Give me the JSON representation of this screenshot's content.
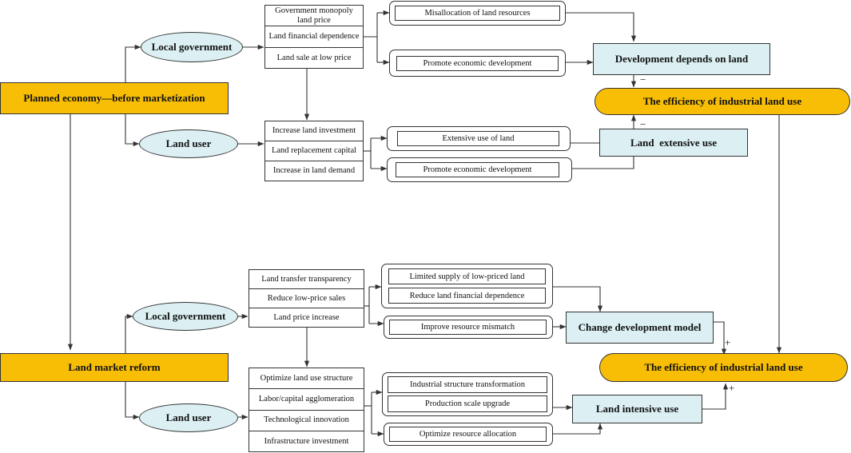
{
  "top": {
    "root": "Planned economy—before marketization",
    "local_gov": "Local government",
    "land_user": "Land user",
    "gov_factors": [
      "Government monopoly land price",
      "Land financial dependence",
      "Land sale at low price"
    ],
    "user_factors": [
      "Increase land investment",
      "Land replacement capital",
      "Increase in land demand"
    ],
    "gov_effects": [
      "Misallocation of land resources",
      "Promote economic development"
    ],
    "user_effects": [
      "Extensive use of land",
      "Promote economic development"
    ],
    "dev_depends": "Development depends on land",
    "extensive": "Land  extensive use",
    "efficiency": "The efficiency of industrial land use",
    "sign_a": "−",
    "sign_b": "−"
  },
  "bottom": {
    "root": "Land market reform",
    "local_gov": "Local government",
    "land_user": "Land user",
    "gov_factors": [
      "Land transfer transparency",
      "Reduce low-price sales",
      "Land price increase"
    ],
    "user_factors": [
      "Optimize land use structure",
      "Labor/capital agglomeration",
      "Technological innovation",
      "Infrastructure investment"
    ],
    "gov_effects_group": [
      "Limited supply of low-priced land",
      "Reduce land financial dependence"
    ],
    "gov_effect_single": "Improve resource mismatch",
    "user_effects_group": [
      "Industrial structure transformation",
      "Production scale upgrade"
    ],
    "user_effect_single": "Optimize resource allocation",
    "change_model": "Change development model",
    "intensive": "Land intensive use",
    "efficiency": "The efficiency of industrial land use",
    "sign_a": "+",
    "sign_b": "+"
  },
  "colors": {
    "gold": "#f8be06",
    "teal": "#dcf0f4",
    "line": "#333333"
  }
}
